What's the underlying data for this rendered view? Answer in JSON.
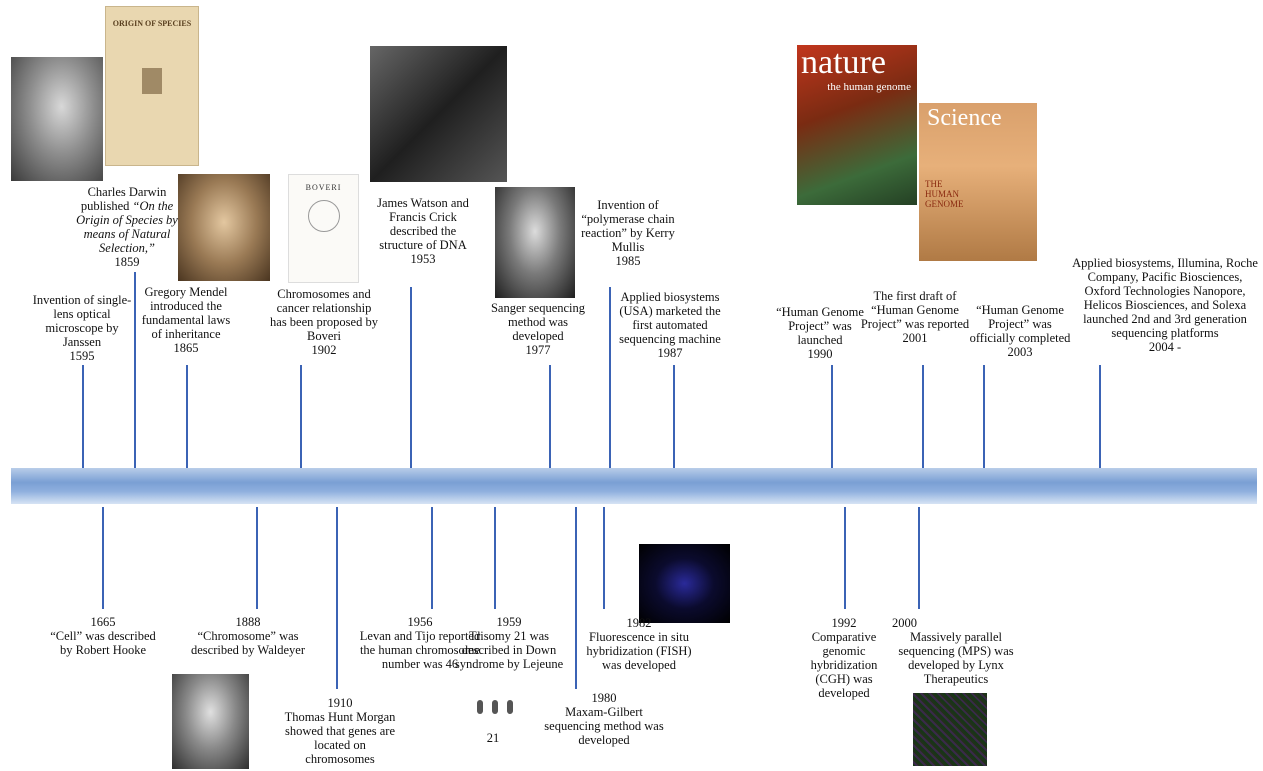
{
  "colors": {
    "timeline_bar": "#8fb0de",
    "tick": "#3b63b5"
  },
  "above": [
    {
      "key": "janssen",
      "year": "1595",
      "text": "Invention of single-lens optical microscope by Janssen"
    },
    {
      "key": "darwin",
      "year": "1859",
      "text_plain": "Charles Darwin published ",
      "text_italic": "“On the Origin of Species by means of Natural Selection,”"
    },
    {
      "key": "mendel",
      "year": "1865",
      "text": "Gregory Mendel introduced the fundamental laws of inheritance"
    },
    {
      "key": "boveri",
      "year": "1902",
      "text": "Chromosomes and cancer relationship has been proposed by Boveri"
    },
    {
      "key": "watson",
      "year": "1953",
      "text": "James Watson and Francis Crick described the structure of DNA"
    },
    {
      "key": "sanger",
      "year": "1977",
      "text": "Sanger sequencing method was developed"
    },
    {
      "key": "mullis",
      "year": "1985",
      "text": "Invention of “polymerase chain reaction” by Kerry Mullis"
    },
    {
      "key": "abi",
      "year": "1987",
      "text": "Applied biosystems (USA) marketed the first automated sequencing machine"
    },
    {
      "key": "hgp_launch",
      "year": "1990",
      "text": "“Human Genome Project” was launched"
    },
    {
      "key": "hgp_draft",
      "year": "2001",
      "text": "The first draft of “Human Genome Project” was reported"
    },
    {
      "key": "hgp_complete",
      "year": "2003",
      "text": "“Human Genome Project” was officially completed"
    },
    {
      "key": "ngs",
      "year": "2004 -",
      "text": "Applied biosystems, Illumina, Roche Company, Pacific Biosciences, Oxford Technologies Nanopore, Helicos Biosciences, and Solexa launched 2nd and 3rd generation sequencing platforms"
    }
  ],
  "below": [
    {
      "key": "hooke",
      "year": "1665",
      "text": "“Cell” was described by Robert Hooke"
    },
    {
      "key": "waldeyer",
      "year": "1888",
      "text": "“Chromosome” was described by Waldeyer"
    },
    {
      "key": "morgan",
      "year": "1910",
      "text": "Thomas Hunt Morgan showed that genes are located on chromosomes"
    },
    {
      "key": "levan",
      "year": "1956",
      "text": "Levan and Tijo reported the human chromosome number was 46"
    },
    {
      "key": "lejeune",
      "year": "1959",
      "text": "Trisomy 21 was described in Down syndrome by Lejeune"
    },
    {
      "key": "maxam",
      "year": "1980",
      "text": "Maxam-Gilbert sequencing method was developed"
    },
    {
      "key": "fish",
      "year": "1982",
      "text": "Fluorescence in situ hybridization (FISH) was developed"
    },
    {
      "key": "cgh",
      "year": "1992",
      "text": "Comparative genomic hybridization (CGH) was developed"
    },
    {
      "key": "mps",
      "year": "2000",
      "text": "Massively parallel sequencing (MPS) was developed by Lynx Therapeutics"
    }
  ],
  "images": {
    "book_title": "ORIGIN OF SPECIES",
    "boveri_title": "BOVERI",
    "nature_title": "nature",
    "nature_sub": "the human genome",
    "science_title": "Science",
    "science_sub": "THE HUMAN GENOME",
    "trisomy_label": "21"
  }
}
